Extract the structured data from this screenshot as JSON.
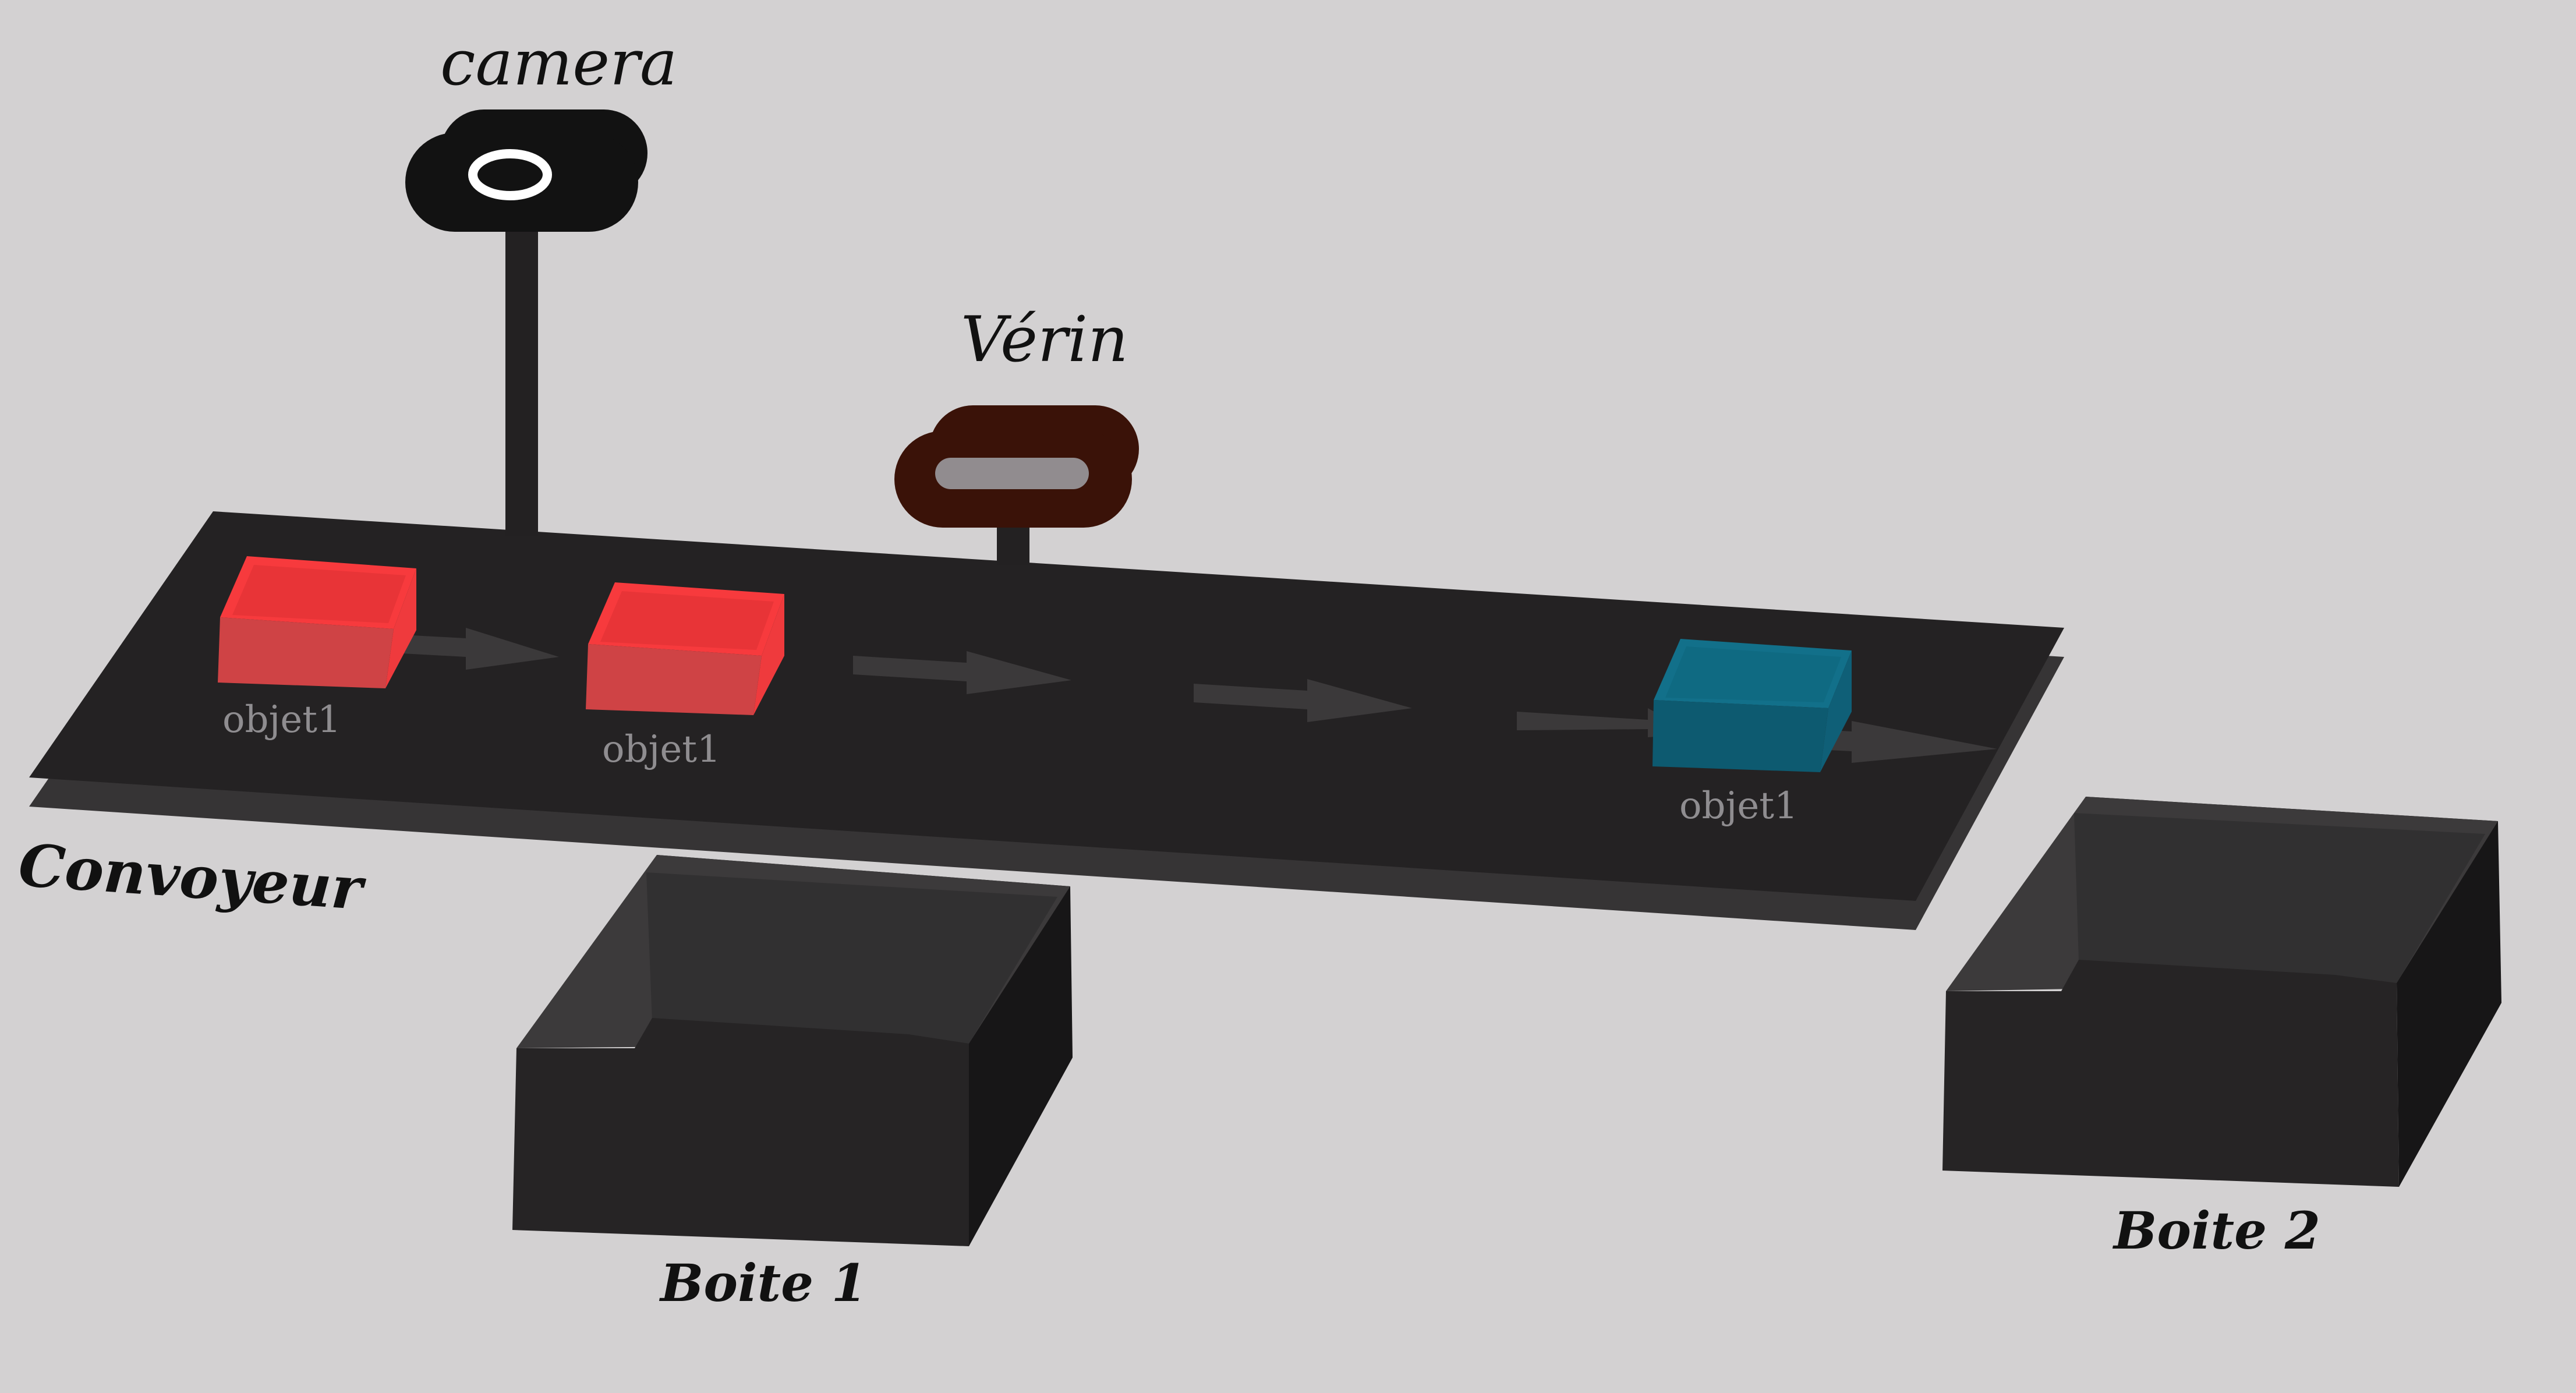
{
  "labels": {
    "camera": "camera",
    "verin": "Vérin",
    "convoyeur": "Convoyeur",
    "boite1": "Boite 1",
    "boite2": "Boite 2"
  },
  "objects": [
    {
      "label": "objet1",
      "color": "#f73a3d"
    },
    {
      "label": "objet1",
      "color": "#f73a3d"
    },
    {
      "label": "objet1",
      "color": "#0f6a82"
    }
  ],
  "colors": {
    "background": "#d3d1d2",
    "conveyor": "#242223",
    "conveyor_edge": "#363435",
    "camera": "#121212",
    "verin": "#3a1208",
    "verin_slot": "#918c8f",
    "red_object": "#f73a3d",
    "teal_object": "#0f6a82",
    "box": "#262425"
  },
  "icons": [
    "camera-icon",
    "verin-actuator-icon",
    "arrow-right-icon"
  ]
}
